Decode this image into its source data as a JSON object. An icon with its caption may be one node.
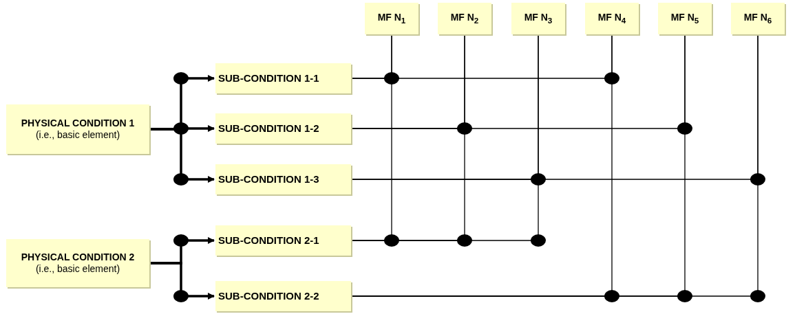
{
  "diagram": {
    "nodes": [
      {
        "text": [
          "MF N$_{1}$"
        ]
      },
      {
        "text": [
          "MF N$_{2}$"
        ]
      },
      {
        "text": [
          "MF N$_{3}$"
        ]
      },
      {
        "text": [
          "MF N$_{4}$"
        ]
      },
      {
        "text": [
          "MF N$_{5}$"
        ]
      },
      {
        "text": [
          "MF N$_{6}$"
        ]
      },
      {
        "text": [
          "PHYSICAL CONDITION 1",
          "(i.e., basic element)"
        ]
      },
      {
        "text": [
          "PHYSICAL CONDITION 2",
          "(i.e., basic element)"
        ]
      },
      {
        "text": [
          "SUB-CONDITION 1-1"
        ]
      },
      {
        "text": [
          "SUB-CONDITION 1-2"
        ]
      },
      {
        "text": [
          "SUB-CONDITION 1-3"
        ]
      },
      {
        "text": [
          "SUB-CONDITION 2-1"
        ]
      },
      {
        "text": [
          "SUB-CONDITION 2-2"
        ]
      }
    ],
    "edges": [
      {
        "from": 6,
        "to": 8,
        "arrow": "to",
        "style": "thick"
      },
      {
        "from": 6,
        "to": 9,
        "arrow": "to",
        "style": "thick"
      },
      {
        "from": 6,
        "to": 10,
        "arrow": "to",
        "style": "thick"
      },
      {
        "from": 7,
        "to": 11,
        "arrow": "to",
        "style": "thick"
      },
      {
        "from": 7,
        "to": 12,
        "arrow": "to",
        "style": "thick"
      },
      {
        "from": 8,
        "to": 0,
        "arrow": "none"
      },
      {
        "from": 8,
        "to": 3,
        "arrow": "none"
      },
      {
        "from": 9,
        "to": 1,
        "arrow": "none"
      },
      {
        "from": 9,
        "to": 4,
        "arrow": "none"
      },
      {
        "from": 10,
        "to": 2,
        "arrow": "none"
      },
      {
        "from": 10,
        "to": 5,
        "arrow": "none"
      },
      {
        "from": 11,
        "to": 0,
        "arrow": "none"
      },
      {
        "from": 11,
        "to": 1,
        "arrow": "none"
      },
      {
        "from": 11,
        "to": 2,
        "arrow": "none"
      },
      {
        "from": 12,
        "to": 3,
        "arrow": "none"
      },
      {
        "from": 12,
        "to": 4,
        "arrow": "none"
      },
      {
        "from": 12,
        "to": 5,
        "arrow": "none"
      }
    ]
  }
}
